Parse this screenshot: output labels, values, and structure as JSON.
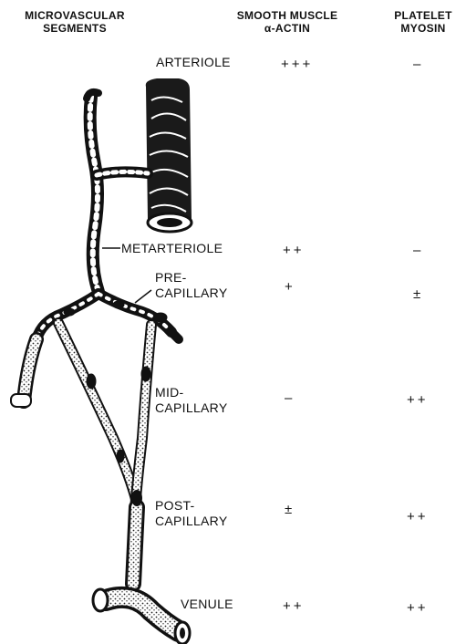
{
  "headers": {
    "segments": [
      "MICROVASCULAR",
      "SEGMENTS"
    ],
    "actin": [
      "SMOOTH MUSCLE",
      "α-ACTIN"
    ],
    "myosin": [
      "PLATELET",
      "MYOSIN"
    ]
  },
  "rows": [
    {
      "segment": [
        "ARTERIOLE"
      ],
      "actin": "+++",
      "myosin": "–"
    },
    {
      "segment": [
        "METARTERIOLE"
      ],
      "actin": "++",
      "myosin": "–"
    },
    {
      "segment": [
        "PRE-",
        "CAPILLARY"
      ],
      "actin": "+",
      "myosin": "±"
    },
    {
      "segment": [
        "MID-",
        "CAPILLARY"
      ],
      "actin": "–",
      "myosin": "++"
    },
    {
      "segment": [
        "POST-",
        "CAPILLARY"
      ],
      "actin": "±",
      "myosin": "++"
    },
    {
      "segment": [
        "VENULE"
      ],
      "actin": "++",
      "myosin": "++"
    }
  ]
}
